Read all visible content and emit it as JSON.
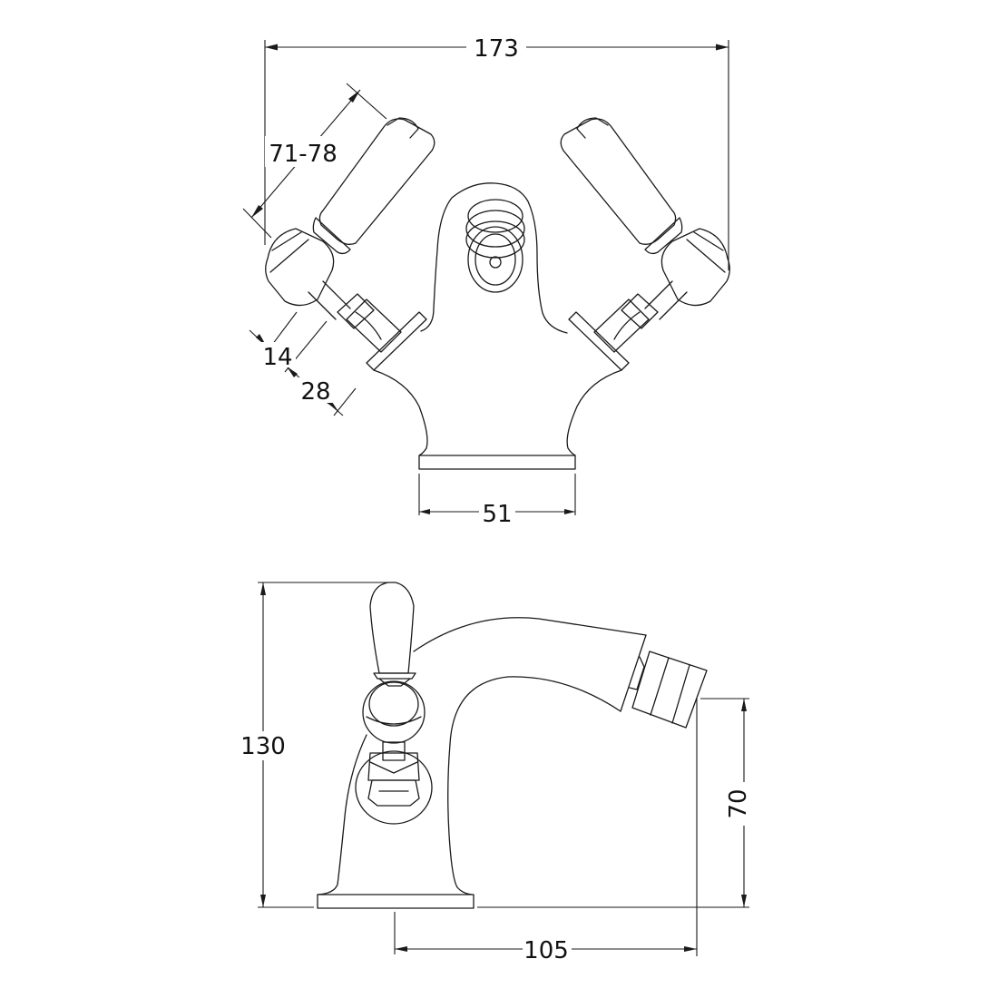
{
  "drawing": {
    "subject": "Bidet mixer tap technical drawing",
    "views": [
      {
        "name": "top-view"
      },
      {
        "name": "side-view"
      }
    ],
    "line_color": "#1a1a1a",
    "background": "#ffffff"
  },
  "dimensions": {
    "overall_width": "173",
    "handle_length": "71-78",
    "stem_offset_inner": "14",
    "stem_offset_outer": "28",
    "base_width": "51",
    "overall_height": "130",
    "spout_height": "70",
    "spout_reach": "105"
  }
}
